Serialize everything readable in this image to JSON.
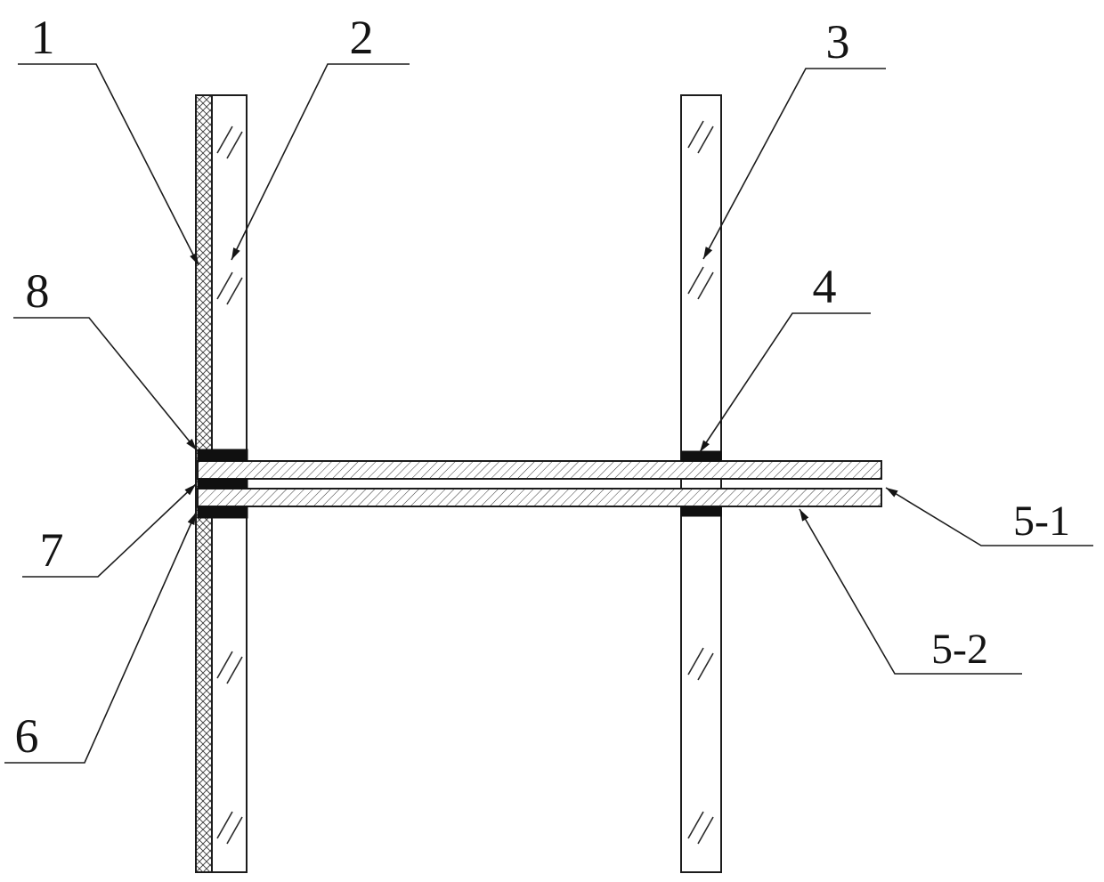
{
  "figure": {
    "type": "technical-diagram",
    "background": "#ffffff",
    "line_color": "#1c1c1c",
    "gasket_color": "#101010"
  },
  "labels": [
    {
      "id": "callout-1",
      "text": "1"
    },
    {
      "id": "callout-2",
      "text": "2"
    },
    {
      "id": "callout-3",
      "text": "3"
    },
    {
      "id": "callout-4",
      "text": "4"
    },
    {
      "id": "callout-5-1",
      "text": "5-1"
    },
    {
      "id": "callout-5-2",
      "text": "5-2"
    },
    {
      "id": "callout-6",
      "text": "6"
    },
    {
      "id": "callout-7",
      "text": "7"
    },
    {
      "id": "callout-8",
      "text": "8"
    }
  ]
}
